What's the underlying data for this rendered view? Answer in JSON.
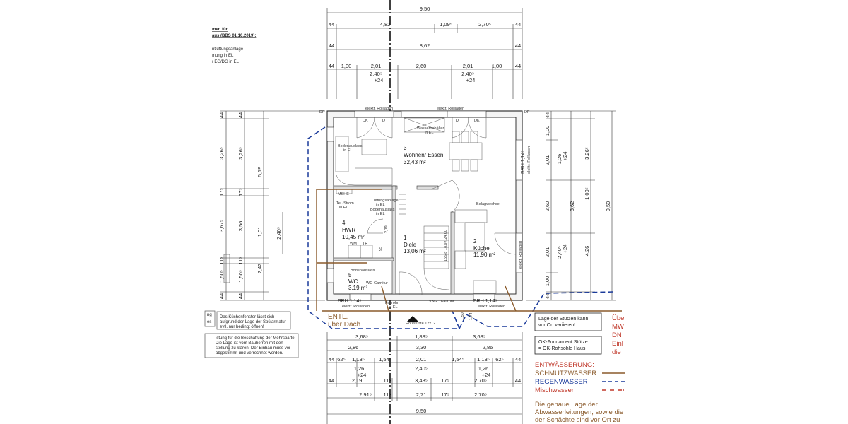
{
  "notes_top": [
    "men für",
    "aus (BBS 01.10.2019):",
    "ntlüftungsanlage",
    "ınung in EL",
    "ı EG/DG in EL"
  ],
  "dims": {
    "top_r1": [
      "9,50"
    ],
    "top_r2": [
      "44",
      "4,82",
      "1,09⁵",
      "2,70⁵",
      "44"
    ],
    "top_r3": [
      "44",
      "8,62",
      "44"
    ],
    "top_r4": [
      "44",
      "1,00",
      "2,01",
      "2,60",
      "2,01",
      "1,00",
      "44"
    ],
    "top_r4_sub": [
      "2,40⁵",
      "+24",
      "2,40⁵",
      "+24"
    ],
    "left_c1": [
      "44",
      "3,26⁵",
      "17⁵",
      "3,67⁵",
      "11⁵",
      "1,50⁵",
      "44"
    ],
    "left_c2": [
      "44",
      "3,26⁵",
      "17⁵",
      "3,56",
      "11⁵",
      "1,50⁵",
      "44"
    ],
    "left_c3": [
      "5,19",
      "1,01",
      "2,42"
    ],
    "left_c4": [
      "2,40⁵"
    ],
    "right_c1": [
      "44",
      "1,00",
      "2,01",
      "2,60",
      "2,01",
      "1,00",
      "44"
    ],
    "right_c2": [
      "1,26",
      "+24",
      "2,40⁵",
      "+24"
    ],
    "right_c3": [
      "8,62"
    ],
    "right_c4": [
      "3,26⁵",
      "1,09⁵",
      "4,26"
    ],
    "right_c5": [
      "9,50"
    ],
    "bot_r1": [
      "3,68⁵",
      "1,88⁵",
      "3,68⁵"
    ],
    "bot_r2": [
      "2,86",
      "3,30",
      "2,86"
    ],
    "bot_r3": [
      "44",
      "62⁵",
      "1,13⁵",
      "1,54⁵",
      "2,01",
      "1,54⁵",
      "1,13⁵",
      "62⁵",
      "44"
    ],
    "bot_r3_sub": [
      "1,26",
      "+24",
      "2,40⁵",
      "1,26",
      "+24"
    ],
    "bot_r4": [
      "44",
      "2,19",
      "11⁵",
      "3,43⁵",
      "17⁵",
      "2,70⁵",
      "44"
    ],
    "bot_r5": [
      "2,91⁵",
      "11⁵",
      "2,71",
      "17⁵",
      "2,70⁵"
    ],
    "bot_r6": [
      "9,50"
    ]
  },
  "rooms": [
    {
      "num": "3",
      "name": "Wohnen/ Essen",
      "area": "32,43 m²"
    },
    {
      "num": "4",
      "name": "HWR",
      "area": "10,45 m²"
    },
    {
      "num": "1",
      "name": "Diele",
      "area": "13,06 m²"
    },
    {
      "num": "2",
      "name": "Küche",
      "area": "11,90 m²"
    },
    {
      "num": "5",
      "name": "WC",
      "area": "3,19 m²"
    }
  ],
  "labels": {
    "rollladen": "elektr. Rollladen",
    "dk": "DK",
    "d": "D",
    "df": "DF",
    "bodenauslass": "Bodenauslass",
    "in_el": "in EL",
    "wasser": "Wasserbehälter",
    "brh": "BRH 1,14⁵",
    "belagwechsel": "Belagwechsel",
    "mshe": "MSHE",
    "tel_strom": "Tel./Strom",
    "lueftung": "Lüftungsanlage",
    "wm": "WM",
    "tr": "TR",
    "wc_garnitur": "WC-Garnitur",
    "vsg": "VSG",
    "fallrohr": "Fallrohr",
    "holzstuetze": "Holzstütze 12x12",
    "treppe": "15Stg 18,97/24,00",
    "entl1": "ENTL.",
    "entl2": "über Dach",
    "d219": "2,19",
    "d95": "95",
    "d150": "1,50",
    "d174": "1,74"
  },
  "notes_left": [
    [
      "ng",
      "es"
    ],
    [
      "Das Küchenfenster lässt sich",
      "aufgrund der Lage der Spülarmatur",
      "evtl. nur bedingt öffnen!"
    ],
    [
      "istung für die Beschaffung der Mehrsparte",
      "Die Lage ist vom Bauherren mit den",
      "stellung zu klären! Der Einbau muss vor",
      "abgestimmt und verrechnet werden."
    ]
  ],
  "notes_right": {
    "box1": [
      "Lage der Stützen kann",
      "vor Ort variieren!"
    ],
    "box2": [
      "OK-Fundament Stütze",
      "= OK-Rohsohle Haus"
    ],
    "red": [
      "Übe",
      "MW",
      "DN",
      "Einl",
      "die"
    ]
  },
  "legend": {
    "title": "ENTWÄSSERUNG:",
    "items": [
      {
        "label": "SCHMUTZWASSER",
        "color": "#8a5a2b",
        "dash": "solid"
      },
      {
        "label": "REGENWASSER",
        "color": "#1a3a9a",
        "dash": "dashed"
      },
      {
        "label": "Mischwasser",
        "color": "#c0392b",
        "dash": "dashdot"
      }
    ],
    "text": [
      "Die genaue Lage der",
      "Abwasserleitungen, sowie die",
      "der Schächte sind vor Ort zu"
    ]
  },
  "colors": {
    "schmutz": "#8a5a2b",
    "regen": "#1a3a9a",
    "misch": "#c0392b",
    "title_red": "#c0392b"
  }
}
